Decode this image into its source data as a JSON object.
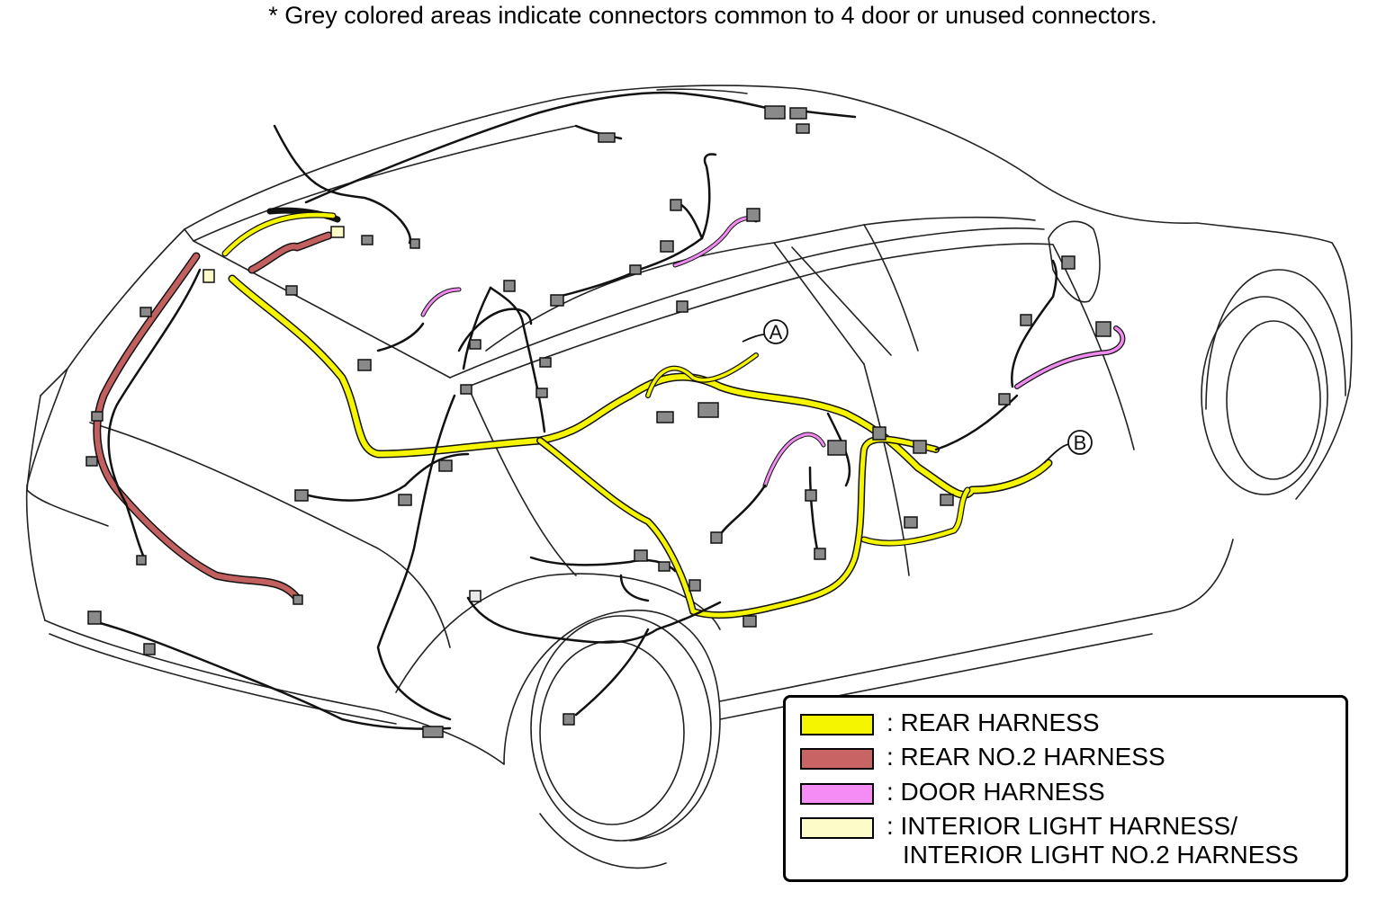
{
  "note": "* Grey colored areas indicate connectors common to 4 door or unused connectors.",
  "callouts": {
    "a": "A",
    "b": "B"
  },
  "colors": {
    "rear": "#f5f500",
    "rear_no2": "#c26060",
    "door": "#f08cf0",
    "interior": "#fdfbc8",
    "connector": "#8a8a8a",
    "outline": "#222222"
  },
  "legend": [
    {
      "label": ": REAR HARNESS",
      "color": "#f5f500"
    },
    {
      "label": ": REAR NO.2 HARNESS",
      "color": "#c96464"
    },
    {
      "label": ": DOOR HARNESS",
      "color": "#f58cf5"
    },
    {
      "label": ": INTERIOR LIGHT HARNESS/",
      "label2": "INTERIOR LIGHT NO.2 HARNESS",
      "color": "#fdfbc8"
    }
  ]
}
